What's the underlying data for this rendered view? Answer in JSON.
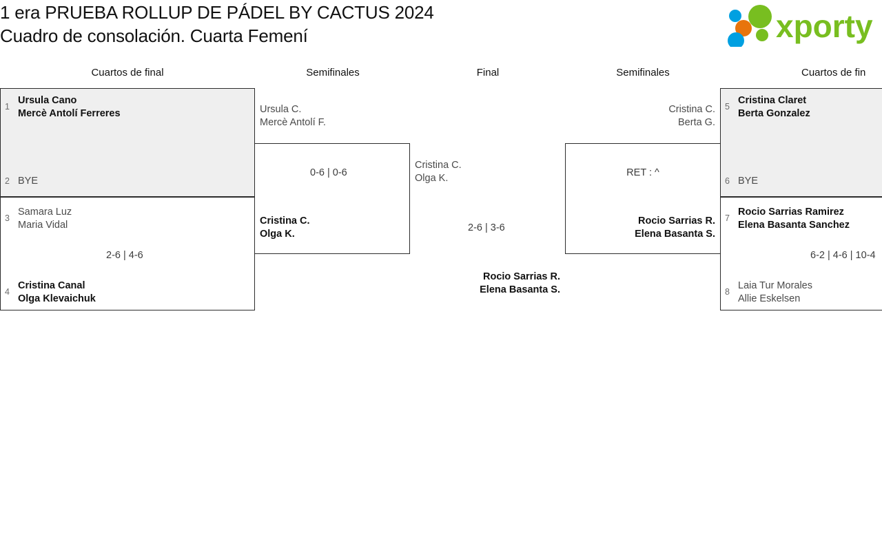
{
  "header": {
    "title_line1": "1 era PRUEBA ROLLUP DE PÁDEL BY CACTUS 2024",
    "title_line2": "Cuadro de consolación. Cuarta Femení",
    "logo_text": "xporty"
  },
  "rounds": [
    {
      "label": "Cuartos de final"
    },
    {
      "label": "Semifinales"
    },
    {
      "label": "Final"
    },
    {
      "label": "Semifinales"
    },
    {
      "label": "Cuartos de fin"
    }
  ],
  "left_quarterfinals": [
    {
      "top": {
        "seed": "1",
        "line1": "Ursula Cano",
        "line2": "Mercè Antolí Ferreres",
        "winner": true
      },
      "bottom": {
        "seed": "2",
        "line1": "BYE",
        "line2": "",
        "winner": false
      },
      "score": ""
    },
    {
      "top": {
        "seed": "3",
        "line1": "Samara Luz",
        "line2": "Maria Vidal",
        "winner": false
      },
      "bottom": {
        "seed": "4",
        "line1": "Cristina Canal",
        "line2": "Olga Klevaichuk",
        "winner": true
      },
      "score": "2-6 | 4-6"
    }
  ],
  "left_semifinal": {
    "top": {
      "line1": "Ursula C.",
      "line2": "Mercè Antolí F.",
      "winner": false
    },
    "bottom": {
      "line1": "Cristina C.",
      "line2": "Olga K.",
      "winner": true
    },
    "score": "0-6 | 0-6"
  },
  "final": {
    "left": {
      "line1": "Cristina C.",
      "line2": "Olga K.",
      "winner": false
    },
    "score": "2-6 | 3-6",
    "champion": {
      "line1": "Rocio Sarrias R.",
      "line2": "Elena Basanta S.",
      "winner": true
    }
  },
  "right_semifinal": {
    "top": {
      "line1": "Cristina C.",
      "line2": "Berta G.",
      "winner": false
    },
    "bottom": {
      "line1": "Rocio Sarrias R.",
      "line2": "Elena Basanta S.",
      "winner": true
    },
    "score": "RET : ^"
  },
  "right_quarterfinals": [
    {
      "top": {
        "seed": "5",
        "line1": "Cristina Claret",
        "line2": "Berta Gonzalez",
        "winner": true
      },
      "bottom": {
        "seed": "6",
        "line1": "BYE",
        "line2": "",
        "winner": false
      },
      "score": ""
    },
    {
      "top": {
        "seed": "7",
        "line1": "Rocio Sarrias Ramirez",
        "line2": "Elena Basanta Sanchez",
        "winner": true
      },
      "bottom": {
        "seed": "8",
        "line1": "Laia Tur Morales",
        "line2": "Allie Eskelsen",
        "winner": false
      },
      "score": "6-2 | 4-6 | 10-4"
    }
  ],
  "colors": {
    "shaded_box": "#efefef",
    "border": "#2b2b2b",
    "winner_text": "#111111",
    "loser_text": "#4a4a4a",
    "seed_text": "#6b6b6b",
    "logo_green": "#78be20",
    "logo_blue": "#00a0e1",
    "logo_orange": "#e8740c"
  }
}
